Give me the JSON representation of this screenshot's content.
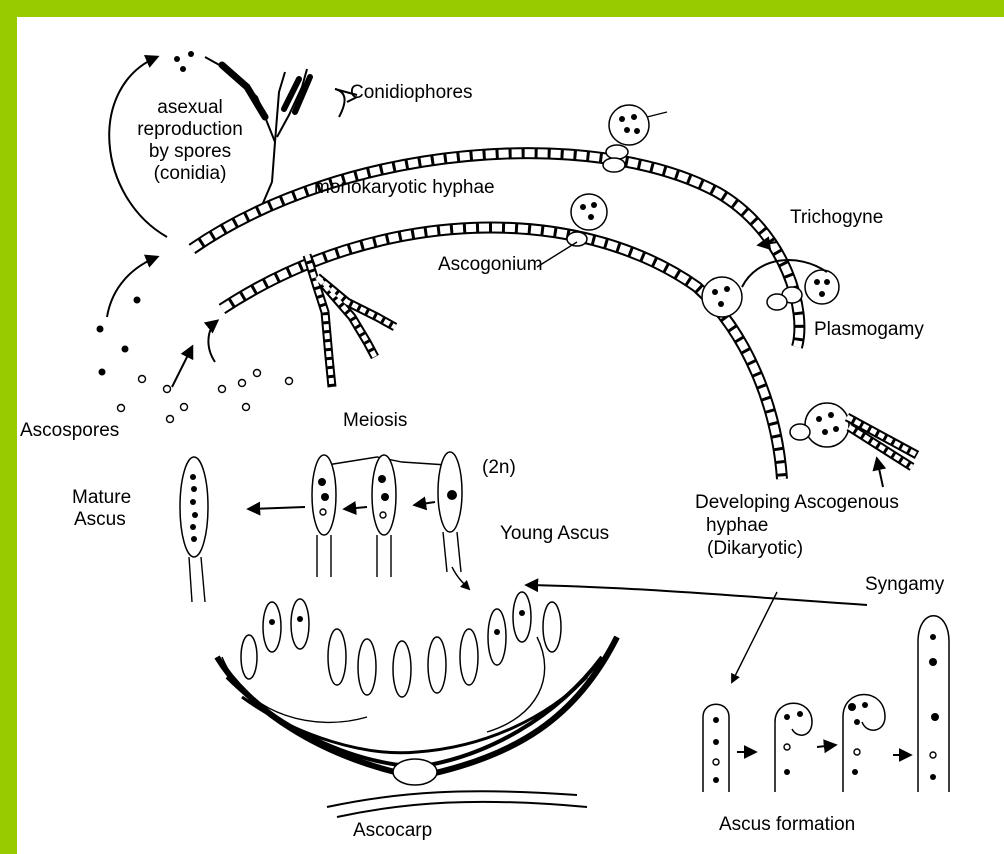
{
  "frame": {
    "border_color": "#99cc00",
    "panel_color": "#ffffff"
  },
  "labels": {
    "conidiophores": "Conidiophores",
    "asexual": [
      "asexual",
      "reproduction",
      "by spores",
      "(conidia)"
    ],
    "monokaryotic": "monokaryotic hyphae",
    "trichogyne": "Trichogyne",
    "ascogonium": "Ascogonium",
    "plasmogamy": "Plasmogamy",
    "meiosis": "Meiosis",
    "ascospores": "Ascospores",
    "mature_ascus": [
      "Mature",
      "Ascus"
    ],
    "two_n": "(2n)",
    "young_ascus": "Young Ascus",
    "developing": [
      "Developing Ascogenous",
      "hyphae",
      "(Dikaryotic)"
    ],
    "syngamy": "Syngamy",
    "ascocarp": "Ascocarp",
    "ascus_formation": "Ascus formation"
  }
}
